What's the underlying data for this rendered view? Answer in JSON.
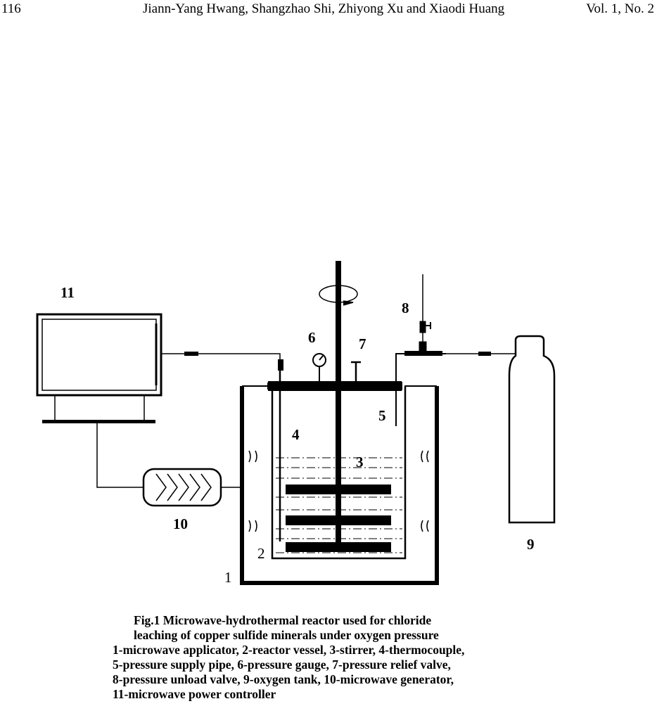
{
  "header": {
    "page_number": "116",
    "authors": "Jiann-Yang Hwang, Shangzhao Shi, Zhiyong Xu and Xiaodi Huang",
    "volume": "Vol. 1, No. 2"
  },
  "diagram": {
    "labels": {
      "l1": "1",
      "l2": "2",
      "l3": "3",
      "l4": "4",
      "l5": "5",
      "l6": "6",
      "l7": "7",
      "l8": "8",
      "l9": "9",
      "l10": "10",
      "l11": "11"
    }
  },
  "caption": {
    "line1": "Fig.1 Microwave-hydrothermal reactor used for chloride",
    "line2": "leaching of copper sulfide minerals under oxygen pressure",
    "line3": "1-microwave applicator, 2-reactor vessel, 3-stirrer, 4-thermocouple,",
    "line4": "5-pressure supply pipe, 6-pressure gauge, 7-pressure relief valve,",
    "line5": "8-pressure unload valve, 9-oxygen tank, 10-microwave generator,",
    "line6": "11-microwave power controller"
  }
}
